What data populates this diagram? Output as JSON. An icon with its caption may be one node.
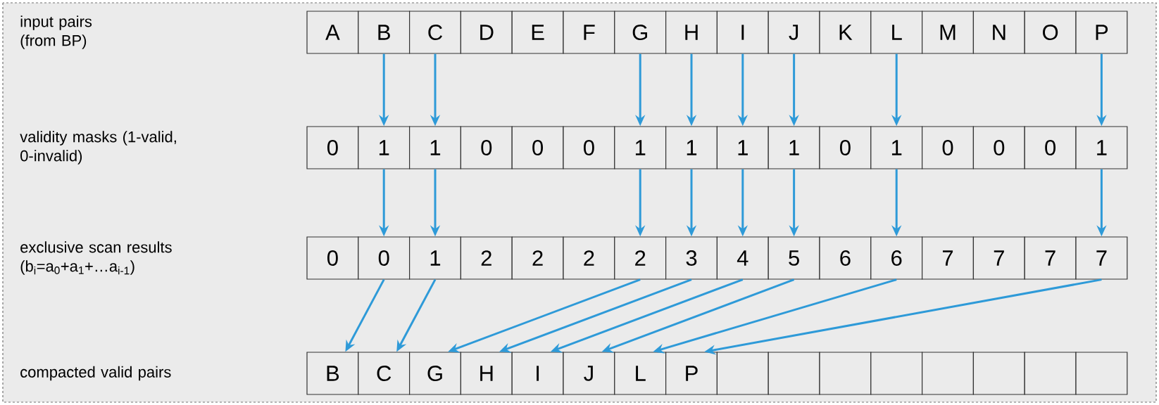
{
  "diagram": {
    "nodes": [
      {
        "text": [
          "A"
        ]
      },
      {
        "text": [
          "B"
        ]
      },
      {
        "text": [
          "C"
        ]
      },
      {
        "text": [
          "D"
        ]
      },
      {
        "text": [
          "E"
        ]
      },
      {
        "text": [
          "F"
        ]
      },
      {
        "text": [
          "G"
        ]
      },
      {
        "text": [
          "H"
        ]
      },
      {
        "text": [
          "I"
        ]
      },
      {
        "text": [
          "J"
        ]
      },
      {
        "text": [
          "K"
        ]
      },
      {
        "text": [
          "L"
        ]
      },
      {
        "text": [
          "M"
        ]
      },
      {
        "text": [
          "N"
        ]
      },
      {
        "text": [
          "O"
        ]
      },
      {
        "text": [
          "P"
        ]
      },
      {
        "text": [
          "0"
        ]
      },
      {
        "text": [
          "1"
        ]
      },
      {
        "text": [
          "1"
        ]
      },
      {
        "text": [
          "0"
        ]
      },
      {
        "text": [
          "0"
        ]
      },
      {
        "text": [
          "0"
        ]
      },
      {
        "text": [
          "1"
        ]
      },
      {
        "text": [
          "1"
        ]
      },
      {
        "text": [
          "1"
        ]
      },
      {
        "text": [
          "1"
        ]
      },
      {
        "text": [
          "0"
        ]
      },
      {
        "text": [
          "1"
        ]
      },
      {
        "text": [
          "0"
        ]
      },
      {
        "text": [
          "0"
        ]
      },
      {
        "text": [
          "0"
        ]
      },
      {
        "text": [
          "1"
        ]
      },
      {
        "text": [
          "0"
        ]
      },
      {
        "text": [
          "0"
        ]
      },
      {
        "text": [
          "1"
        ]
      },
      {
        "text": [
          "2"
        ]
      },
      {
        "text": [
          "2"
        ]
      },
      {
        "text": [
          "2"
        ]
      },
      {
        "text": [
          "2"
        ]
      },
      {
        "text": [
          "3"
        ]
      },
      {
        "text": [
          "4"
        ]
      },
      {
        "text": [
          "5"
        ]
      },
      {
        "text": [
          "6"
        ]
      },
      {
        "text": [
          "6"
        ]
      },
      {
        "text": [
          "7"
        ]
      },
      {
        "text": [
          "7"
        ]
      },
      {
        "text": [
          "7"
        ]
      },
      {
        "text": [
          "7"
        ]
      },
      {
        "text": [
          "B"
        ]
      },
      {
        "text": [
          "C"
        ]
      },
      {
        "text": [
          "G"
        ]
      },
      {
        "text": [
          "H"
        ]
      },
      {
        "text": [
          "I"
        ]
      },
      {
        "text": [
          "J"
        ]
      },
      {
        "text": [
          "L"
        ]
      },
      {
        "text": [
          "P"
        ]
      },
      {
        "text": [],
        "shape": "box"
      },
      {
        "text": [],
        "shape": "box"
      },
      {
        "text": [],
        "shape": "box"
      },
      {
        "text": [],
        "shape": "box"
      },
      {
        "text": [],
        "shape": "box"
      },
      {
        "text": [],
        "shape": "box"
      },
      {
        "text": [],
        "shape": "box"
      },
      {
        "text": [],
        "shape": "box"
      }
    ],
    "edges": [
      {
        "from": 1,
        "to": 17,
        "arrow": "to"
      },
      {
        "from": 2,
        "to": 18,
        "arrow": "to"
      },
      {
        "from": 6,
        "to": 22,
        "arrow": "to"
      },
      {
        "from": 7,
        "to": 23,
        "arrow": "to"
      },
      {
        "from": 8,
        "to": 24,
        "arrow": "to"
      },
      {
        "from": 9,
        "to": 25,
        "arrow": "to"
      },
      {
        "from": 11,
        "to": 27,
        "arrow": "to"
      },
      {
        "from": 15,
        "to": 31,
        "arrow": "to"
      },
      {
        "from": 17,
        "to": 33,
        "arrow": "to"
      },
      {
        "from": 18,
        "to": 34,
        "arrow": "to"
      },
      {
        "from": 22,
        "to": 38,
        "arrow": "to"
      },
      {
        "from": 23,
        "to": 39,
        "arrow": "to"
      },
      {
        "from": 24,
        "to": 40,
        "arrow": "to"
      },
      {
        "from": 25,
        "to": 41,
        "arrow": "to"
      },
      {
        "from": 27,
        "to": 43,
        "arrow": "to"
      },
      {
        "from": 31,
        "to": 47,
        "arrow": "to"
      },
      {
        "from": 33,
        "to": 48,
        "arrow": "to"
      },
      {
        "from": 34,
        "to": 49,
        "arrow": "to"
      },
      {
        "from": 38,
        "to": 50,
        "arrow": "to"
      },
      {
        "from": 39,
        "to": 51,
        "arrow": "to"
      },
      {
        "from": 40,
        "to": 52,
        "arrow": "to"
      },
      {
        "from": 41,
        "to": 53,
        "arrow": "to"
      },
      {
        "from": 43,
        "to": 54,
        "arrow": "to"
      },
      {
        "from": 47,
        "to": 55,
        "arrow": "to"
      }
    ],
    "labels": [
      "input pairs (from BP)",
      "validity masks (1-valid, 0-invalid)",
      "exclusive scan results (b$_{i}$=a$_{0}$+a$_{1}$+…a$_{i-1}$)",
      "compacted valid pairs"
    ]
  }
}
